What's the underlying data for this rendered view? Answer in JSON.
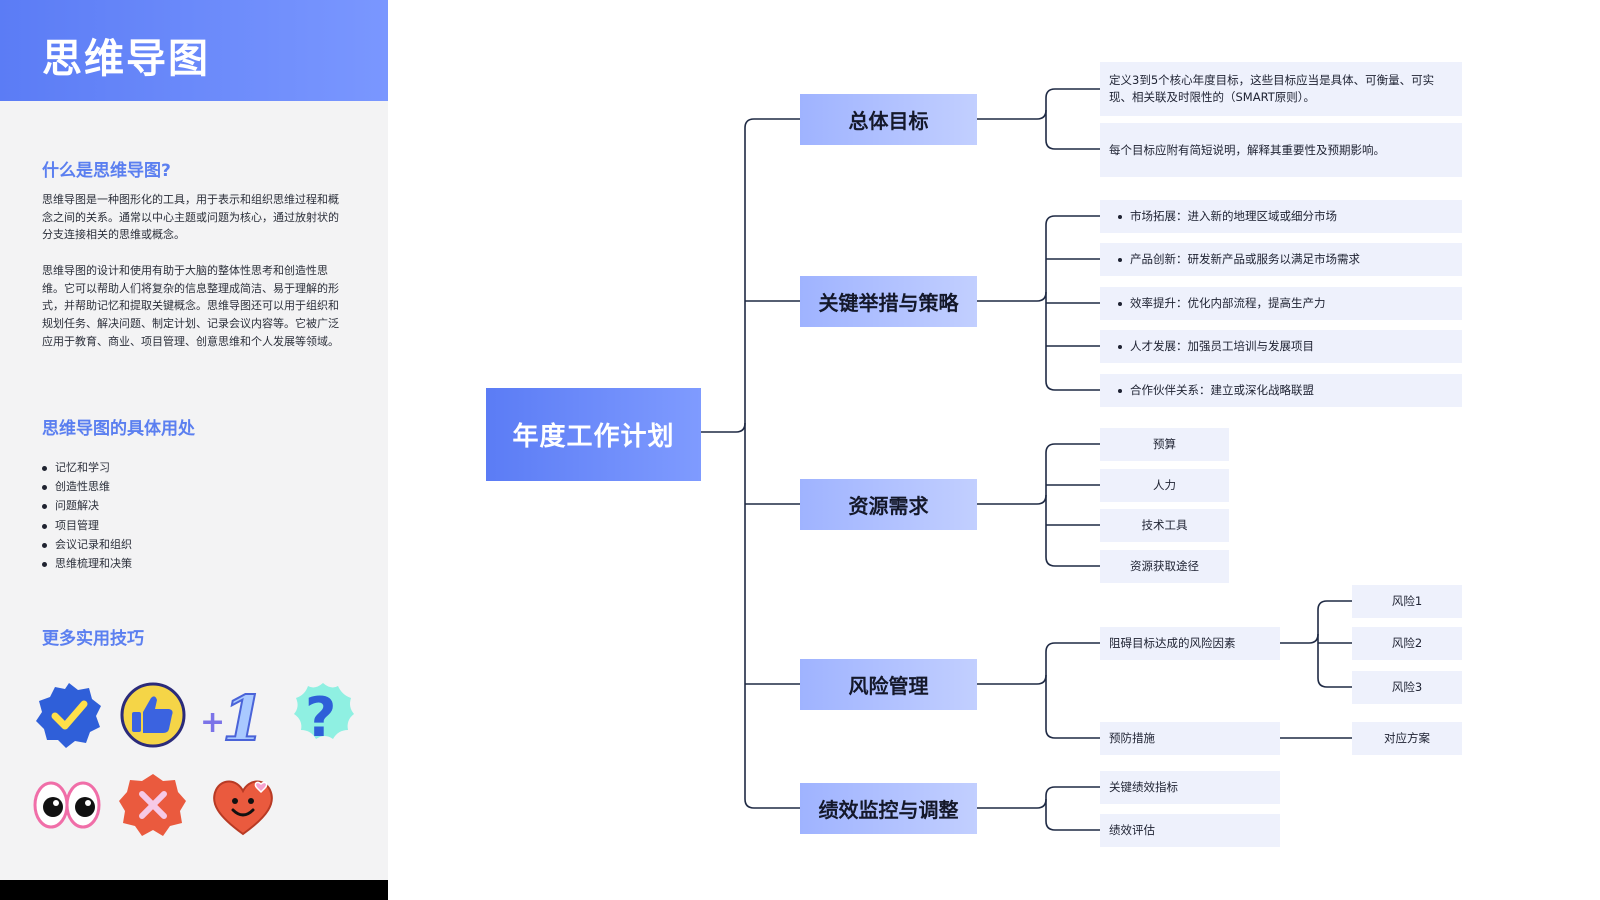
{
  "sidebar": {
    "title": "思维导图",
    "section1_title": "什么是思维导图?",
    "para1": "思维导图是一种图形化的工具，用于表示和组织思维过程和概念之间的关系。通常以中心主题或问题为核心，通过放射状的分支连接相关的思维或概念。",
    "para2": "思维导图的设计和使用有助于大脑的整体性思考和创造性思维。它可以帮助人们将复杂的信息整理成简洁、易于理解的形式，并帮助记忆和提取关键概念。思维导图还可以用于组织和规划任务、解决问题、制定计划、记录会议内容等。它被广泛应用于教育、商业、项目管理、创意思维和个人发展等领域。",
    "section2_title": "思维导图的具体用处",
    "uses": [
      "记忆和学习",
      "创造性思维",
      "问题解决",
      "项目管理",
      "会议记录和组织",
      "思维梳理和决策"
    ],
    "section3_title": "更多实用技巧",
    "stickers": [
      "check-badge-icon",
      "thumbs-up-icon",
      "plus-one-icon",
      "question-mark-icon",
      "eyes-icon",
      "x-badge-icon",
      "smiling-heart-icon"
    ]
  },
  "mindmap": {
    "root": "年度工作计划",
    "branches": [
      {
        "label": "总体目标",
        "children": [
          "定义3到5个核心年度目标，这些目标应当是具体、可衡量、可实现、相关联及时限性的（SMART原则）。",
          "每个目标应附有简短说明，解释其重要性及预期影响。"
        ]
      },
      {
        "label": "关键举措与策略",
        "children": [
          "市场拓展：进入新的地理区域或细分市场",
          "产品创新：研发新产品或服务以满足市场需求",
          "效率提升：优化内部流程，提高生产力",
          "人才发展：加强员工培训与发展项目",
          "合作伙伴关系：建立或深化战略联盟"
        ]
      },
      {
        "label": "资源需求",
        "children": [
          "预算",
          "人力",
          "技术工具",
          "资源获取途径"
        ]
      },
      {
        "label": "风险管理",
        "children": [
          {
            "label": "阻碍目标达成的风险因素",
            "children": [
              "风险1",
              "风险2",
              "风险3"
            ]
          },
          {
            "label": "预防措施",
            "children": [
              "对应方案"
            ]
          }
        ]
      },
      {
        "label": "绩效监控与调整",
        "children": [
          "关键绩效指标",
          "绩效评估"
        ]
      }
    ]
  },
  "colors": {
    "accent": "#5b7cf5",
    "node_light": "#c2cfff",
    "leaf_bg": "#eef1fc",
    "connector": "#1f2a44"
  }
}
